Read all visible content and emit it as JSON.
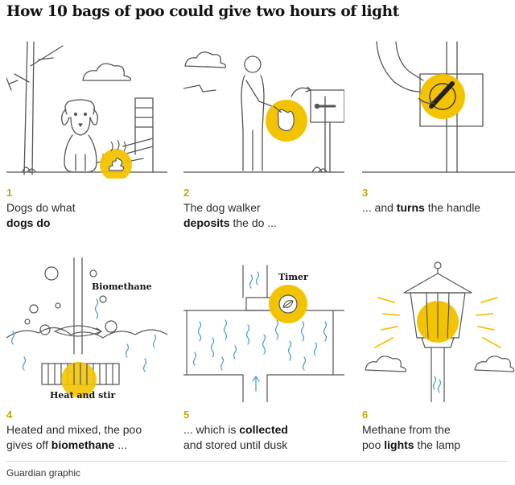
{
  "title": "How 10 bags of poo could give two hours of light",
  "colors": {
    "accent": "#f4c300",
    "line": "#555555",
    "water": "#4fa3c9",
    "number": "#c7a600"
  },
  "steps": [
    {
      "number": "1",
      "caption_line1": "Dogs do what",
      "caption_line2_bold": "dogs do",
      "caption_line2_rest": ""
    },
    {
      "number": "2",
      "caption_line1": "The dog walker",
      "caption_line2_bold": "deposits",
      "caption_line2_rest": " the do ..."
    },
    {
      "number": "3",
      "caption_line1_pre": "... and ",
      "caption_line1_bold": "turns",
      "caption_line1_post": " the handle"
    },
    {
      "number": "4",
      "caption_line1": "Heated and mixed, the poo",
      "caption_line2_pre": "gives off ",
      "caption_line2_bold": "biomethane",
      "caption_line2_post": " ...",
      "labels": {
        "biomethane": "Biomethane",
        "heat": "Heat and stir"
      }
    },
    {
      "number": "5",
      "caption_line1_pre": "... which is ",
      "caption_line1_bold": "collected",
      "caption_line2": "and stored until dusk",
      "labels": {
        "timer": "Timer"
      }
    },
    {
      "number": "6",
      "caption_line1": "Methane from the",
      "caption_line2_pre": "poo ",
      "caption_line2_bold": "lights",
      "caption_line2_post": " the lamp"
    }
  ],
  "source": "Guardian graphic"
}
